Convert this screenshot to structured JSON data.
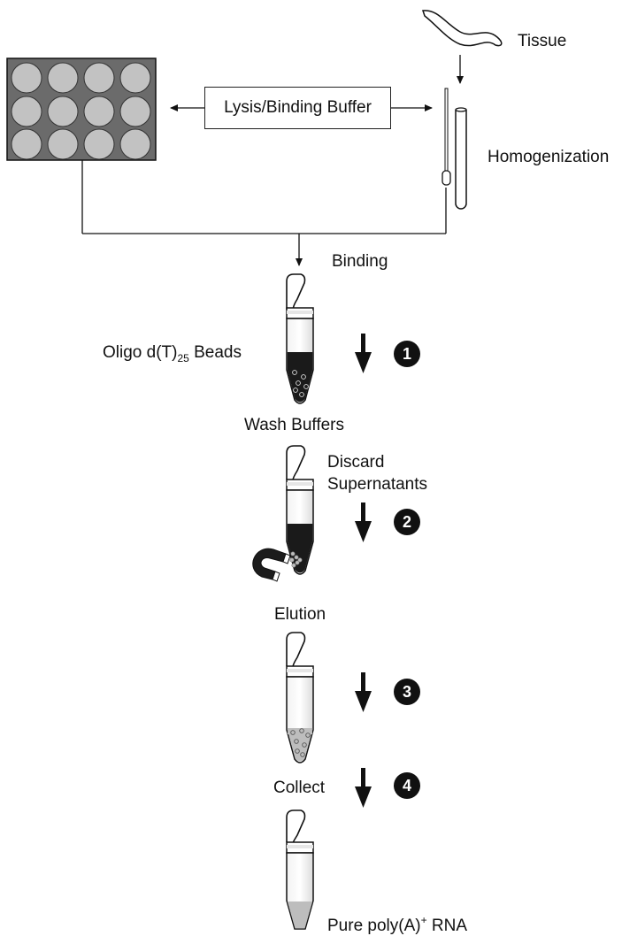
{
  "labels": {
    "tissue": "Tissue",
    "buffer": "Lysis/Binding Buffer",
    "homogenization": "Homogenization",
    "binding": "Binding",
    "beads_main": "Oligo d(T)",
    "beads_sub": "25",
    "beads_tail": " Beads",
    "wash": "Wash Buffers",
    "discard_1": "Discard",
    "discard_2": "Supernatants",
    "elution": "Elution",
    "collect": "Collect",
    "final_main": "Pure poly(A)",
    "final_sup": "+",
    "final_tail": " RNA"
  },
  "steps": [
    "1",
    "2",
    "3",
    "4"
  ],
  "colors": {
    "plate": "#6b6b6b",
    "well": "#c2c2c2",
    "liquid_dark": "#1a1a1a",
    "liquid_gray": "#bdbdbd",
    "badge": "#111111"
  },
  "icons": [
    "tissue-worm-icon",
    "well-plate-icon",
    "homogenizer-icon",
    "microtube-icon",
    "magnet-icon",
    "down-arrow-icon"
  ]
}
